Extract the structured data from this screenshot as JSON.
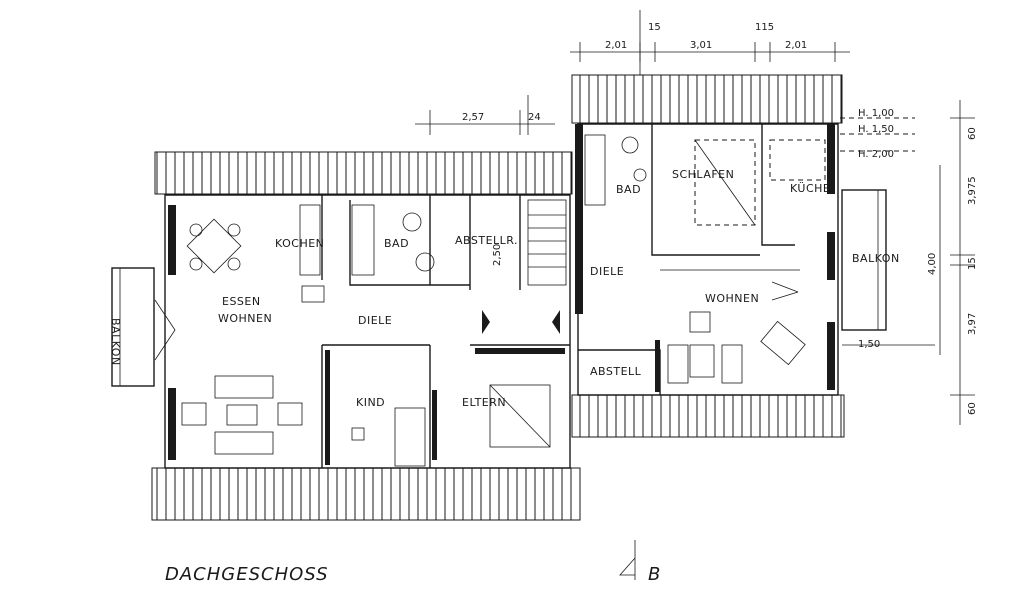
{
  "plan_title": "DACHGESCHOSS",
  "section_marker": "B",
  "rooms": {
    "essen_wohnen_1": "ESSEN",
    "essen_wohnen_2": "WOHNEN",
    "balkon_left": "BALKON",
    "kochen": "KOCHEN",
    "bad_left": "BAD",
    "abstellr": "ABSTELLR.",
    "diele_left": "DIELE",
    "kind": "KIND",
    "eltern": "ELTERN",
    "bad_right": "BAD",
    "schlafen": "SCHLAFEN",
    "kuche": "KÜCHE",
    "diele_right": "DIELE",
    "wohnen_right": "WOHNEN",
    "balkon_right": "BALKON",
    "abstell": "ABSTELL"
  },
  "dimensions": {
    "top_1": "2,01",
    "top_2": "15",
    "top_3": "3,01",
    "top_4": "115",
    "top_5": "2,01",
    "mid_1": "2,57",
    "mid_2": "24",
    "stair_width": "2,50",
    "right_1": "60",
    "right_2": "3,975",
    "right_3": "4,00",
    "right_4": "15",
    "right_5": "3,97",
    "right_6": "60",
    "height_1": "H. 1,00",
    "height_2": "H. 1,50",
    "height_3": "H. 2,00",
    "balkon_depth": "1,50"
  }
}
